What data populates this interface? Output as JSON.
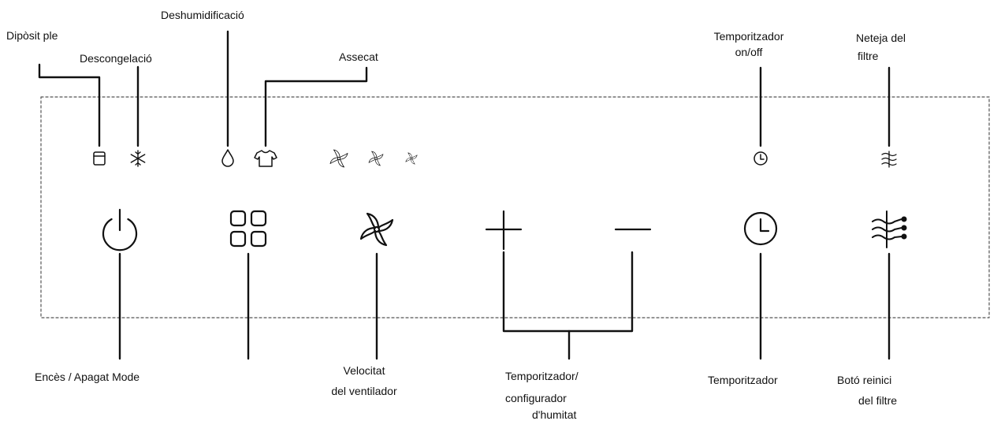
{
  "labels": {
    "tank_full": "Dipòsit ple",
    "defrost": "Descongelació",
    "dehumidification": "Deshumidificació",
    "drying": "Assecat",
    "timer_onoff_line1": "Temporitzador",
    "timer_onoff_line2": "on/off",
    "filter_clean_line1": "Neteja del",
    "filter_clean_line2": "filtre",
    "power_mode": "Encès / Apagat Mode",
    "fan_speed_line1": "Velocitat",
    "fan_speed_line2": "del ventilador",
    "timer_humidity_line1": "Temporitzador/",
    "timer_humidity_line2": "configurador",
    "timer_humidity_line3": "d'humitat",
    "timer": "Temporitzador",
    "filter_reset_line1": "Botó reinici",
    "filter_reset_line2": "del filtre"
  },
  "icons": {
    "indicators": [
      "tank-icon",
      "snowflake-icon",
      "droplet-icon",
      "shirt-icon",
      "fan-high-icon",
      "fan-medium-icon",
      "fan-low-icon",
      "clock-indicator-icon",
      "filter-indicator-icon"
    ],
    "buttons": [
      "power-icon",
      "mode-grid-icon",
      "fan-icon",
      "plus-icon",
      "minus-icon",
      "clock-icon",
      "filter-reset-icon"
    ]
  },
  "colors": {
    "ink": "#111111",
    "panel_border": "#555555",
    "background": "#ffffff"
  }
}
